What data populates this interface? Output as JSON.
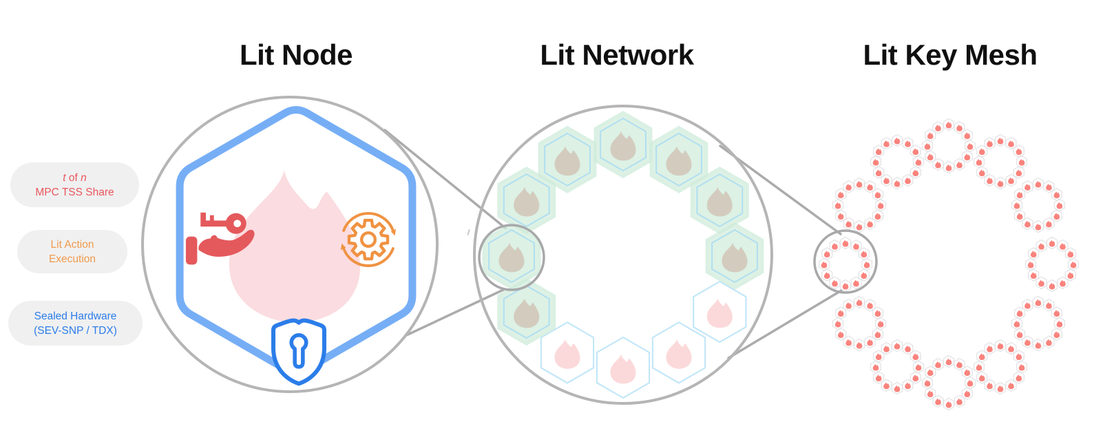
{
  "header": {
    "titles": [
      {
        "id": "lit-node",
        "label": "Lit Node"
      },
      {
        "id": "lit-network",
        "label": "Lit Network"
      },
      {
        "id": "lit-key-mesh",
        "label": "Lit Key Mesh"
      }
    ]
  },
  "labels": {
    "pills": [
      {
        "id": "mpc-tss-share",
        "color": "#e8575c",
        "lines": [
          [
            {
              "text": "t",
              "italic": true
            },
            {
              "text": " of ",
              "italic": false
            },
            {
              "text": "n",
              "italic": true
            }
          ],
          [
            {
              "text": "MPC TSS Share",
              "italic": false
            }
          ]
        ]
      },
      {
        "id": "lit-action-execution",
        "color": "#f09a4b",
        "lines": [
          [
            {
              "text": "Lit Action",
              "italic": false
            }
          ],
          [
            {
              "text": "Execution",
              "italic": false
            }
          ]
        ]
      },
      {
        "id": "sealed-hardware",
        "color": "#2b7ce9",
        "lines": [
          [
            {
              "text": "Sealed Hardware",
              "italic": false
            }
          ],
          [
            {
              "text": "(SEV-SNP / TDX)",
              "italic": false
            }
          ]
        ]
      }
    ]
  },
  "diagram": {
    "node": {
      "icons": [
        "key-in-hand-icon",
        "flame-icon",
        "gear-sync-icon",
        "shield-lock-icon"
      ]
    },
    "network": {
      "node_count": 12,
      "magnified_index": 9,
      "nodes": [
        {
          "state": "active"
        },
        {
          "state": "active"
        },
        {
          "state": "active"
        },
        {
          "state": "active"
        },
        {
          "state": "pending"
        },
        {
          "state": "pending"
        },
        {
          "state": "pending"
        },
        {
          "state": "pending"
        },
        {
          "state": "active"
        },
        {
          "state": "active"
        },
        {
          "state": "active"
        },
        {
          "state": "active"
        }
      ]
    },
    "mesh": {
      "ring_count": 12,
      "hexes_per_ring": 12,
      "magnified_index": 9
    },
    "colors": {
      "title_text": "#101010",
      "pill_bg": "#f0f0f1",
      "circle_gray": "#b5b5b6",
      "magnifier_gray": "#a8a8aa",
      "connector_gray": "#ababad",
      "hex_blue": "#76aef6",
      "flame_pink": "#fbdce0",
      "key_red": "#e4595c",
      "gear_orange": "#f09242",
      "shield_blue": "#2b7de9",
      "net_active_fill": "#ddf1e5",
      "net_active_glow": "#cdebd9",
      "net_active_stroke": "#b0dff0",
      "net_active_flame": "#d3ccbe",
      "net_pending_fill": "#ffffff",
      "net_pending_stroke": "#bfe5f8",
      "net_pending_flame": "#fbd9da",
      "mesh_hex_fill": "#ffffff",
      "mesh_hex_stroke": "#e4e4e6",
      "mesh_flame": "#f9837d"
    }
  }
}
